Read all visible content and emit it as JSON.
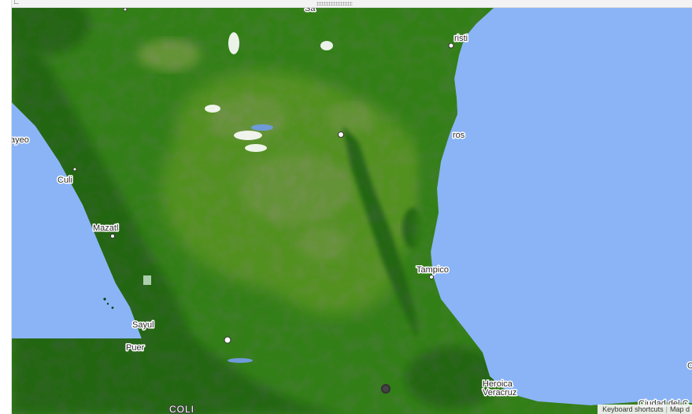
{
  "map": {
    "colors": {
      "ocean": "#8ab4f6",
      "vegetation_dense": "#0f3a0b",
      "vegetation_mid": "#3f8c1c",
      "vegetation_light": "#a9c83b",
      "arid": "#e6d088",
      "lake": "#6f9bd9",
      "salt_flat": "#ffffff"
    },
    "labels": {
      "corpus_christi": "risti",
      "matamoros": "ros",
      "tampico": "Tampico",
      "mazatlan": "Mazatl",
      "culiacan": "Culi",
      "santa_fe_label": "ayeo",
      "sayulita": "Sayul",
      "puerto_vallarta": "Puer",
      "heroica_veracruz_line1": "Heroica",
      "heroica_veracruz_line2": "Veracruz",
      "ciudad_del_carmen": "Ciudad del C",
      "colima": "COLI",
      "top_edge": "Sa",
      "right_edge_c": "C"
    }
  },
  "footer": {
    "keyboard_shortcuts": "Keyboard shortcuts",
    "map_data": "Map d"
  },
  "toolbar": {
    "corner_glyph": "∟"
  }
}
